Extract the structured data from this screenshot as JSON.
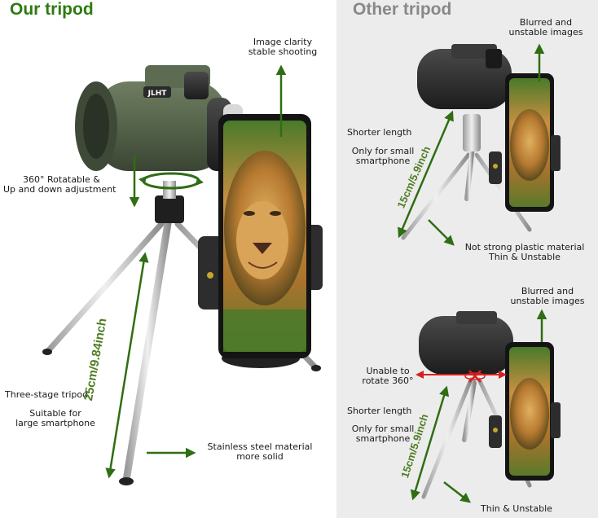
{
  "headings": {
    "ours": "Our tripod",
    "other": "Other tripod",
    "ours_color": "#2e7a10",
    "other_color": "#888888"
  },
  "brand": "JLHT",
  "left": {
    "label_clarity_1": "Image clarity",
    "label_clarity_2": "stable shooting",
    "label_rotate_1": "360° Rotatable &",
    "label_rotate_2": "Up and down adjustment",
    "label_stage": "Three-stage tripod",
    "label_suitable_1": "Suitable for",
    "label_suitable_2": "large smartphone",
    "label_steel_1": "Stainless steel material",
    "label_steel_2": "more solid",
    "length": "25cm/9.84inch"
  },
  "right_top": {
    "label_blurred_1": "Blurred and",
    "label_blurred_2": "unstable images",
    "label_shorter": "Shorter length",
    "label_only_1": "Only for small",
    "label_only_2": "smartphone",
    "label_plastic_1": "Not strong plastic material",
    "label_plastic_2": "Thin & Unstable",
    "length": "15cm/5.9inch"
  },
  "right_bottom": {
    "label_blurred_1": "Blurred and",
    "label_blurred_2": "unstable images",
    "label_unable_1": "Unable to",
    "label_unable_2": "rotate 360°",
    "label_shorter": "Shorter length",
    "label_only_1": "Only for small",
    "label_only_2": "smartphone",
    "label_thin": "Thin & Unstable",
    "length": "15cm/5.9inch"
  },
  "colors": {
    "arrow_green": "#2f6e13",
    "warning_red": "#d62020",
    "right_panel_bg": "#ececec"
  },
  "icons": [
    "monocular-icon",
    "smartphone-clamp-icon",
    "tripod-icon",
    "lion-photo",
    "rotation-arrow-icon",
    "blocked-rotation-icon"
  ]
}
